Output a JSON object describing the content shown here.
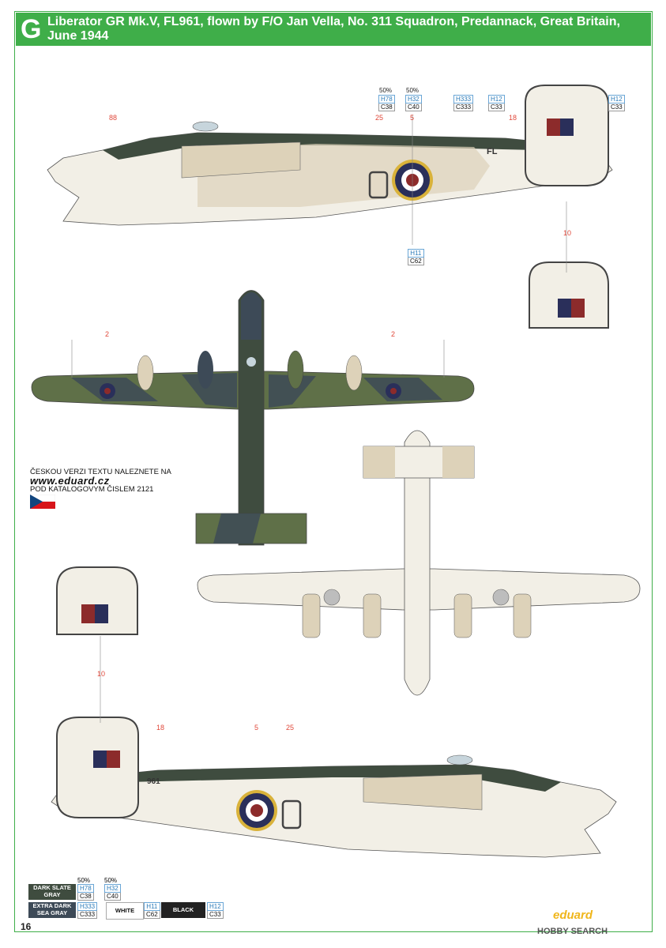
{
  "header": {
    "letter": "G",
    "title": "Liberator GR Mk.V, FL961, flown by F/O Jan Vella, No. 311 Squadron, Predannack, Great Britain, June 1944"
  },
  "czech_note": {
    "line1": "ČESKOU VERZI TEXTU NALEZNETE NA",
    "url": "www.eduard.cz",
    "line3": "POD KATALOGOVYM ČISLEM 2121"
  },
  "callouts": {
    "top_h78": "H78",
    "top_c38": "C38",
    "top_h32": "H32",
    "top_c40": "C40",
    "top_h333": "H333",
    "top_c333": "C333",
    "top_h12a": "H12",
    "top_c33a": "C33",
    "top_h12b": "H12",
    "top_c33b": "C33",
    "top_h11": "H11",
    "top_c62": "C62",
    "pct50": "50%",
    "n88": "88",
    "n25": "25",
    "n5": "5",
    "n18": "18",
    "n10": "10",
    "n2": "2",
    "n961": "961",
    "fl": "FL"
  },
  "legend": {
    "dark_slate": "DARK SLATE GRAY",
    "extra_dark": "EXTRA DARK SEA GRAY",
    "white": "WHITE",
    "black": "BLACK",
    "h78": "H78",
    "c38": "C38",
    "h32": "H32",
    "c40": "C40",
    "h333": "H333",
    "c333": "C333",
    "h11": "H11",
    "c62": "C62",
    "h12": "H12",
    "c33": "C33",
    "pct": "50%"
  },
  "footer": {
    "page_number": "16",
    "brand": "eduard",
    "watermark": "HOBBY SEARCH"
  },
  "colors": {
    "green": "#3fae49",
    "dark_slate": "#3f4c3f",
    "sea_gray": "#3d4a57",
    "sand": "#ddd2b9",
    "white_under": "#f2efe6",
    "roundel_blue": "#2a2f5a",
    "roundel_red": "#8c2b2b",
    "roundel_yellow": "#d9b23a"
  }
}
